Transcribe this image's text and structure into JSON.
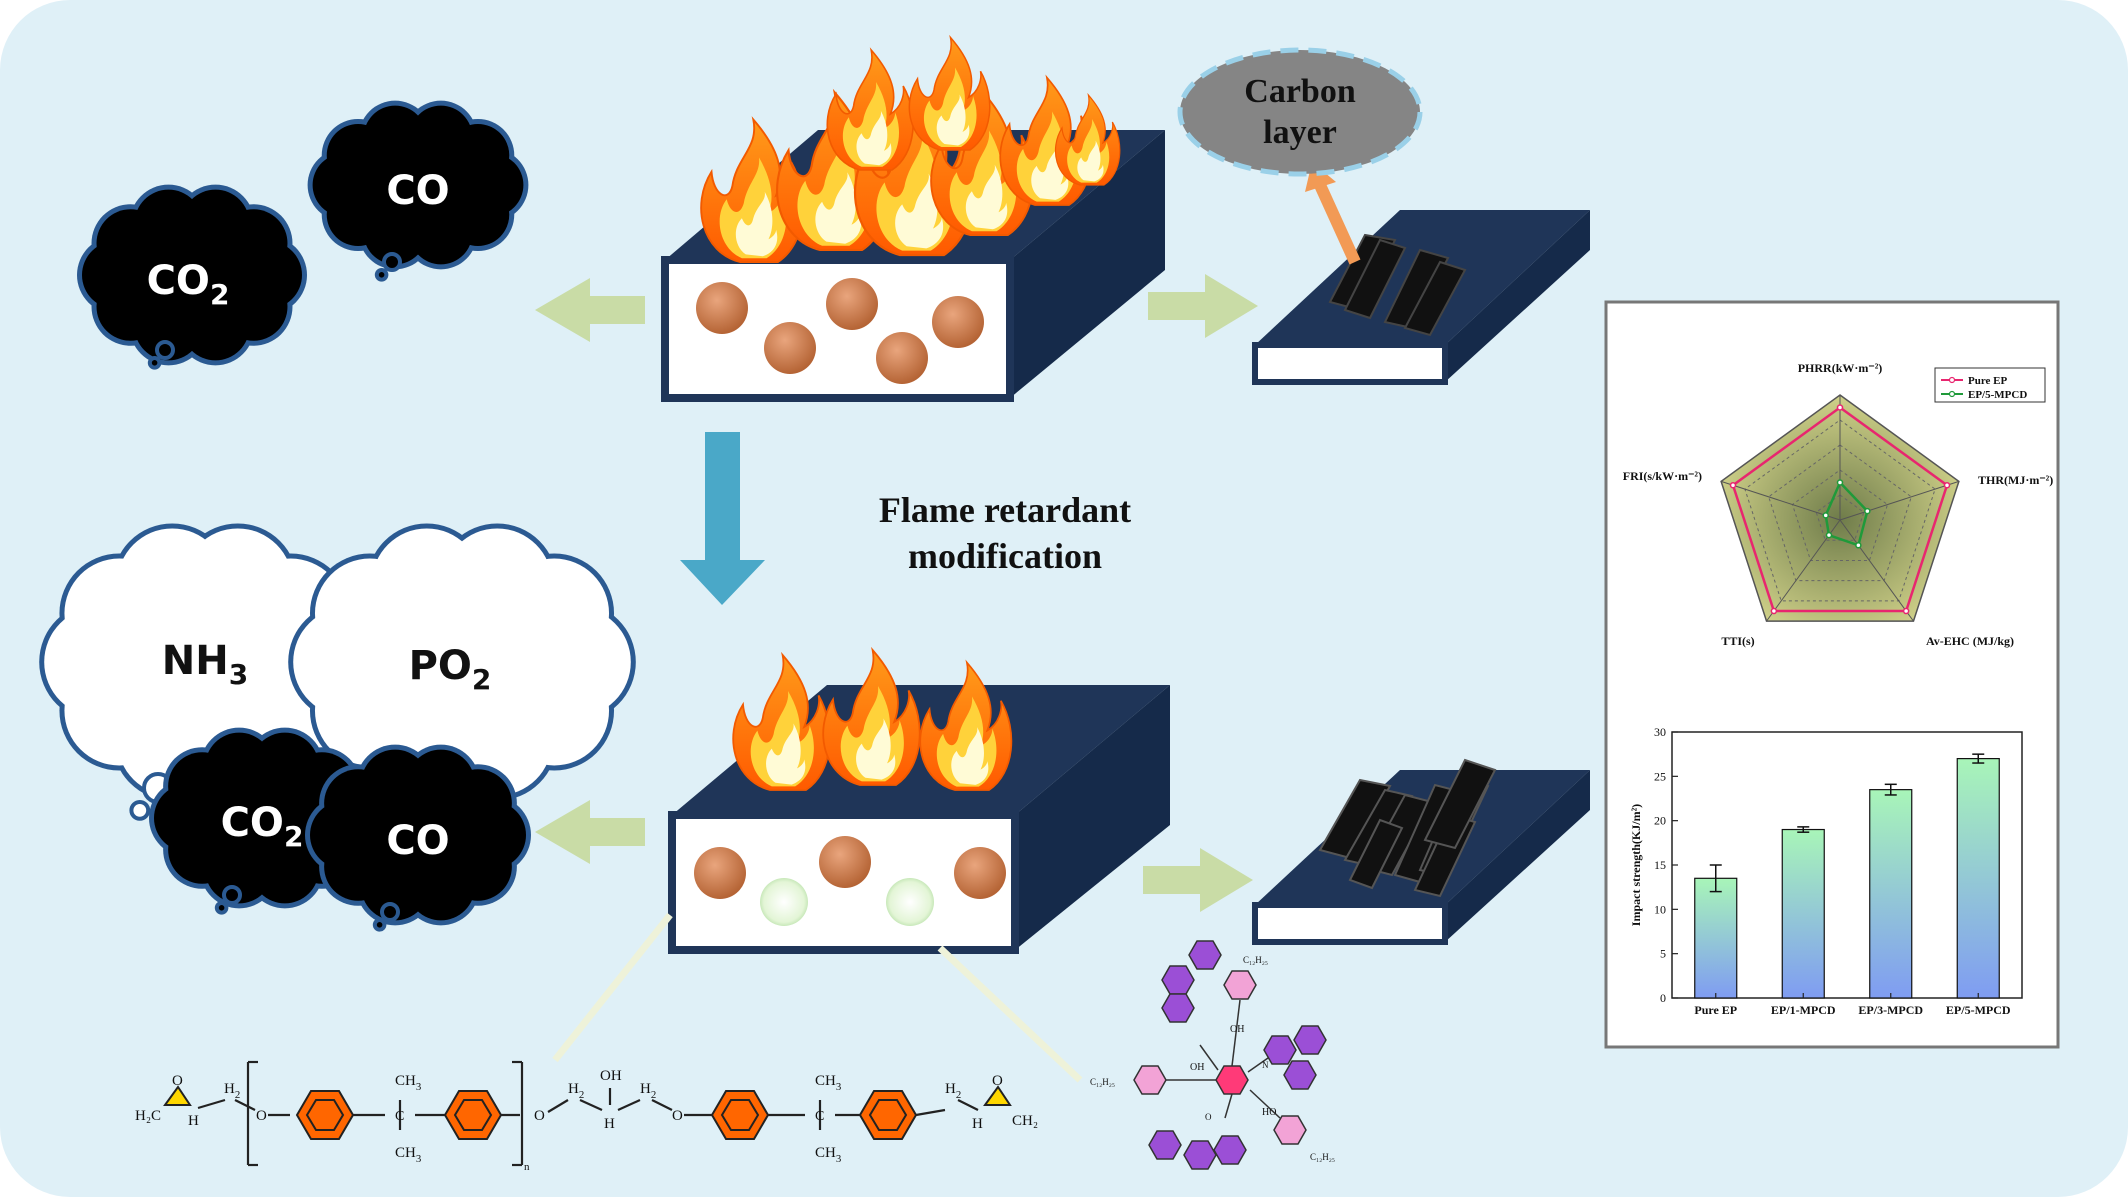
{
  "labels": {
    "carbon_line1": "Carbon",
    "carbon_line2": "layer",
    "flame_line1": "Flame retardant",
    "flame_line2": "modification"
  },
  "gases_top": [
    {
      "base": "CO",
      "sub": ""
    },
    {
      "base": "CO",
      "sub": "2"
    }
  ],
  "gases_bottom": [
    {
      "base": "NH",
      "sub": "3"
    },
    {
      "base": "PO",
      "sub": "2"
    },
    {
      "base": "CO",
      "sub": "2"
    },
    {
      "base": "CO",
      "sub": ""
    }
  ],
  "colors": {
    "background": "#dff0f7",
    "slab_top": "#1f3558",
    "slab_side": "#16284a",
    "particle_brown": "#c87848",
    "particle_green": "#d8f0c8",
    "arrow_green": "#c9dca6",
    "arrow_blue": "#4aa8c8",
    "arrow_orange": "#f29a55",
    "benzene": "#ff6600",
    "purple": "#9b4fd6",
    "pink": "#f2a3d6",
    "triazine": "#ff3a78"
  },
  "radar": {
    "axes": [
      "PHRR(kW·m⁻²)",
      "THR(MJ·m⁻²)",
      "Av-EHC (MJ/kg)",
      "TTI(s)",
      "FRI(s/kW·m⁻²)"
    ],
    "legend": [
      "Pure EP",
      "EP/5-MPCD"
    ],
    "series": [
      {
        "name": "Pure EP",
        "color": "#e8266f",
        "values": [
          0.9,
          0.9,
          0.9,
          0.9,
          0.9
        ]
      },
      {
        "name": "EP/5-MPCD",
        "color": "#1f9a3a",
        "values": [
          0.3,
          0.23,
          0.25,
          0.15,
          0.12
        ]
      }
    ]
  },
  "chart_data": {
    "type": "bar",
    "categories": [
      "Pure EP",
      "EP/1-MPCD",
      "EP/3-MPCD",
      "EP/5-MPCD"
    ],
    "values": [
      13.5,
      19.0,
      23.5,
      27.0
    ],
    "errors": [
      1.5,
      0.3,
      0.6,
      0.5
    ],
    "ylabel": "Impact strength(KJ/m²)",
    "xlabel": "",
    "ylim": [
      0,
      30
    ],
    "yticks": [
      0,
      5,
      10,
      15,
      20,
      25,
      30
    ]
  },
  "molecules": {
    "ch3": "CH",
    "ch3_sub": "3",
    "h2": "H",
    "h2_sub": "2",
    "o": "O",
    "oh": "OH",
    "h": "H",
    "c": "C",
    "n_sub": "n",
    "h2c": "H₂C",
    "ch2": "CH₂",
    "c12": "C₁₂H₂₅",
    "p_o": "O",
    "n_atom": "N",
    "ho": "HO"
  }
}
